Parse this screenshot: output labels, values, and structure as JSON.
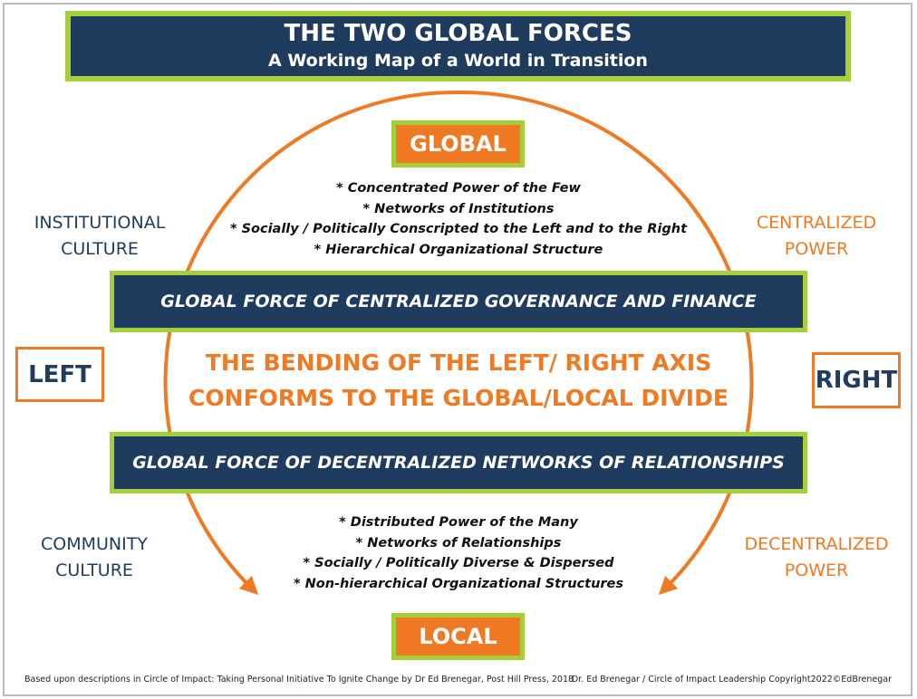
{
  "title": "THE TWO GLOBAL FORCES",
  "subtitle": "A Working Map of a World in Transition",
  "global_label": "GLOBAL",
  "local_label": "LOCAL",
  "left_label": "LEFT",
  "right_label": "RIGHT",
  "global_list": [
    "* Concentrated Power of the Few",
    "* Networks of Institutions",
    "* Socially / Politically Conscripted to the Left and to the Right",
    "* Hierarchical Organizational Structure"
  ],
  "local_list": [
    "* Distributed Power of the Many",
    "* Networks of Relationships",
    "* Socially / Politically Diverse & Dispersed",
    "* Non-hierarchical Organizational Structures"
  ],
  "upper_force": "GLOBAL FORCE OF CENTRALIZED GOVERNANCE AND FINANCE",
  "lower_force": "GLOBAL FORCE OF DECENTRALIZED NETWORKS OF RELATIONSHIPS",
  "center_text": {
    "line1": "THE BENDING OF THE LEFT/ RIGHT AXIS",
    "line2": "CONFORMS TO THE GLOBAL/LOCAL DIVIDE"
  },
  "corners": {
    "top_left": {
      "line1": "INSTITUTIONAL",
      "line2": "CULTURE"
    },
    "top_right": {
      "line1": "CENTRALIZED",
      "line2": "POWER"
    },
    "bottom_left": {
      "line1": "COMMUNITY",
      "line2": "CULTURE"
    },
    "bottom_right": {
      "line1": "DECENTRALIZED",
      "line2": "POWER"
    }
  },
  "footer_left": "Based upon descriptions in Circle of Impact: Taking Personal Initiative To Ignite Change by Dr Ed Brenegar, Post Hill Press, 2018",
  "footer_right": "Dr. Ed Brenegar / Circle of Impact Leadership Copyright2022©EdBrenegar",
  "colors": {
    "navy": "#1f3c5e",
    "lime": "#a3cf3b",
    "orange": "#f07a24",
    "frame": "#b8bcc0"
  }
}
